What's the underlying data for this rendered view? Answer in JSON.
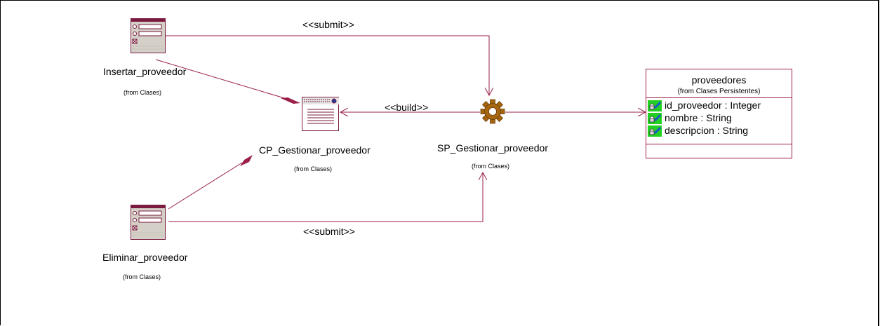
{
  "classes": {
    "insertar": {
      "name": "Insertar_proveedor",
      "from": "(from Clases)"
    },
    "eliminar": {
      "name": "Eliminar_proveedor",
      "from": "(from Clases)"
    },
    "cp": {
      "name": "CP_Gestionar_proveedor",
      "from": "(from Clases)"
    },
    "sp": {
      "name": "SP_Gestionar_proveedor",
      "from": "(from Clases)"
    },
    "proveedores": {
      "name": "proveedores",
      "from": "(from Clases Persistentes)",
      "attributes": [
        "id_proveedor : Integer",
        "nombre : String",
        "descripcion : String"
      ]
    }
  },
  "relations": {
    "submit_top": "<<submit>>",
    "build": "<<build>>",
    "submit_bottom": "<<submit>>"
  },
  "colors": {
    "line": "#9a1f4a",
    "gear": "#a5660f",
    "form_header": "#7a1a3e",
    "key_bg": "#22d022",
    "key_accent": "#1a55d0"
  }
}
